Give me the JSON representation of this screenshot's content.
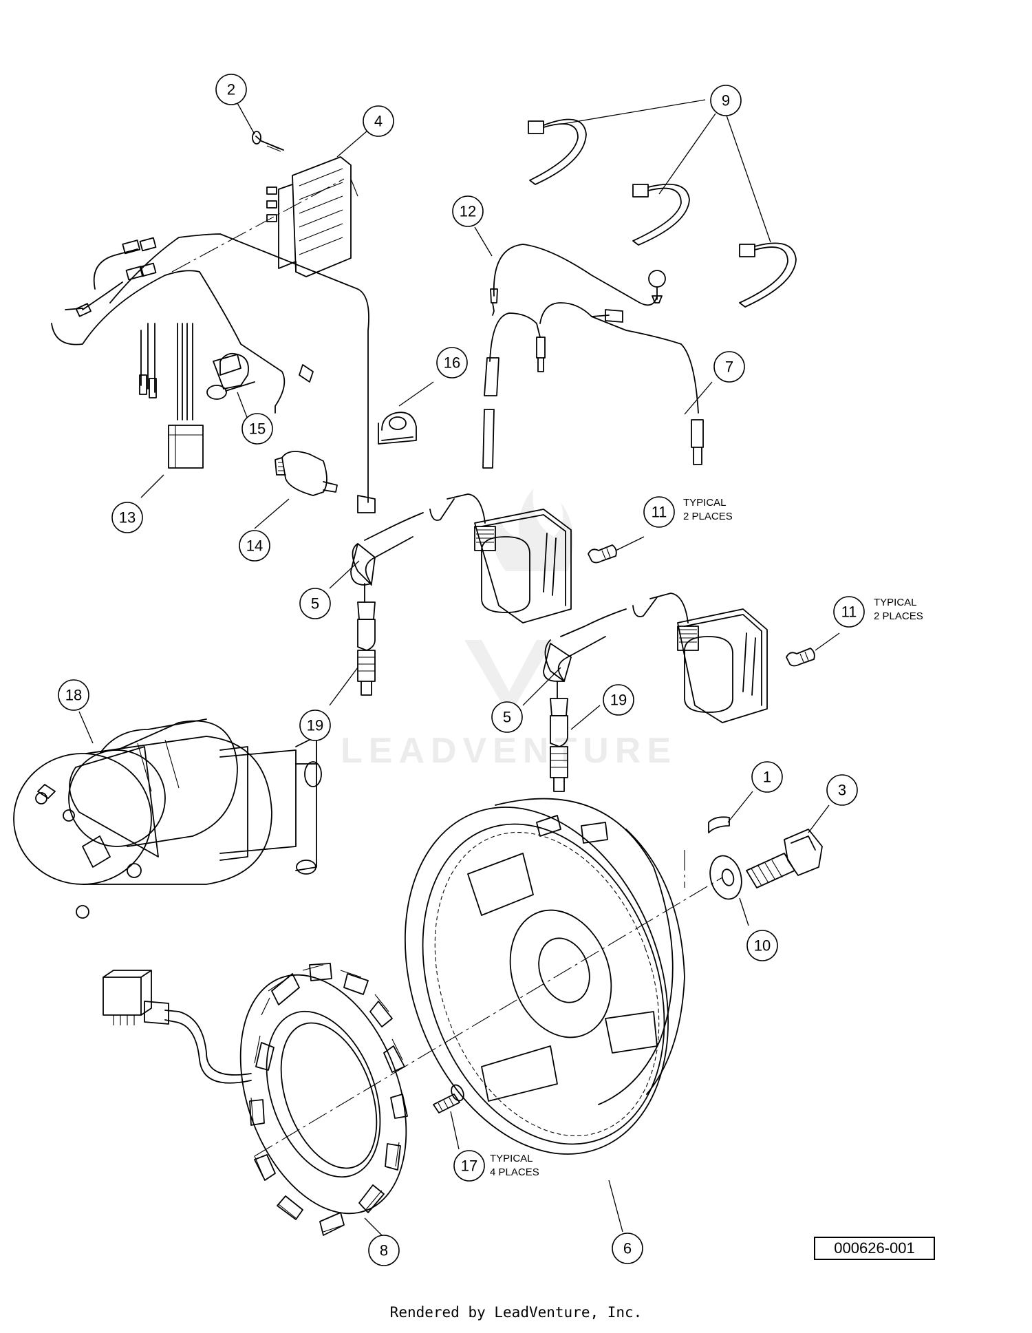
{
  "callouts": [
    {
      "label": "1"
    },
    {
      "label": "2"
    },
    {
      "label": "3"
    },
    {
      "label": "4"
    },
    {
      "label": "5"
    },
    {
      "label": "5"
    },
    {
      "label": "6"
    },
    {
      "label": "7"
    },
    {
      "label": "8"
    },
    {
      "label": "9"
    },
    {
      "label": "10"
    },
    {
      "label": "11"
    },
    {
      "label": "11"
    },
    {
      "label": "12"
    },
    {
      "label": "13"
    },
    {
      "label": "14"
    },
    {
      "label": "15"
    },
    {
      "label": "16"
    },
    {
      "label": "17"
    },
    {
      "label": "18"
    },
    {
      "label": "19"
    },
    {
      "label": "19"
    }
  ],
  "notes": {
    "typical_2_places": "TYPICAL",
    "typical_2_places_line2": "2 PLACES",
    "typical_4_places": "TYPICAL",
    "typical_4_places_line2": "4 PLACES"
  },
  "watermark": "LEADVENTURE",
  "reference_number": "000626-001",
  "footer": "Rendered by LeadVenture, Inc."
}
